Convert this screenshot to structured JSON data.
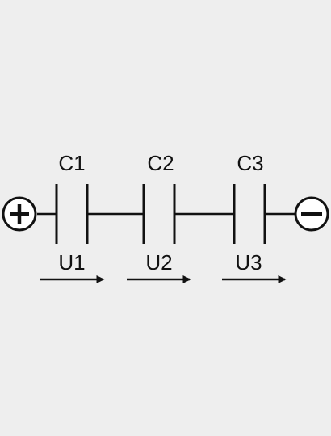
{
  "diagram": {
    "capacitors": [
      {
        "label": "C1",
        "voltage_label": "U1"
      },
      {
        "label": "C2",
        "voltage_label": "U2"
      },
      {
        "label": "C3",
        "voltage_label": "U3"
      }
    ],
    "positive_terminal": {
      "symbol": "+",
      "icon": "plus-circle-icon"
    },
    "negative_terminal": {
      "symbol": "−",
      "icon": "minus-circle-icon"
    },
    "colors": {
      "background": "#eeeeee",
      "line": "#111111",
      "terminal_fill": "#ffffff"
    }
  }
}
